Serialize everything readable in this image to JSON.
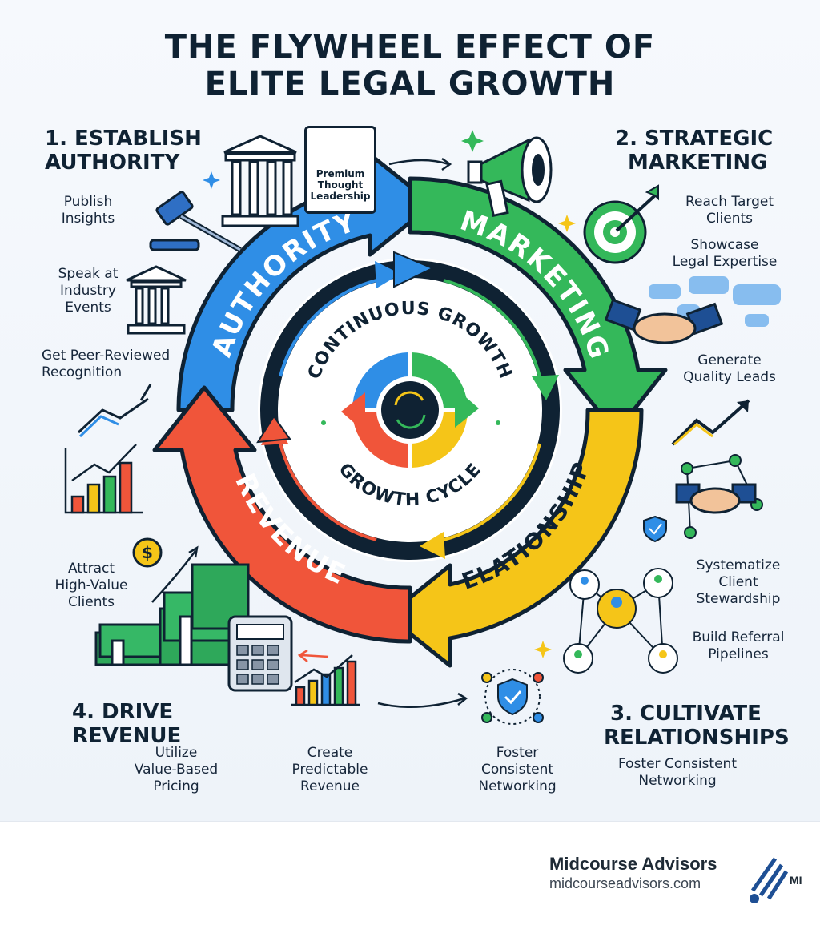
{
  "title": {
    "line1": "THE FLYWHEEL EFFECT OF",
    "line2": "ELITE LEGAL GROWTH"
  },
  "sections": {
    "authority": {
      "heading_line1": "1. ESTABLISH",
      "heading_line2": "AUTHORITY",
      "ring_label": "AUTHORITY",
      "items": [
        "Publish\nInsights",
        "Speak at\nIndustry\nEvents",
        "Get Peer-Reviewed\nRecognition"
      ]
    },
    "marketing": {
      "heading_line1": "2. STRATEGIC",
      "heading_line2": "MARKETING",
      "ring_label": "MARKETING",
      "items": [
        "Reach Target\nClients",
        "Showcase\nLegal Expertise",
        "Generate\nQuality Leads"
      ]
    },
    "relationships": {
      "heading_line1": "3. CULTIVATE",
      "heading_line2": "RELATIONSHIPS",
      "ring_label": "RELATIONSHIPS",
      "items": [
        "Systematize\nClient\nStewardship",
        "Build Referral\nPipelines",
        "Foster Consistent\nNetworking",
        "Foster\nConsistent\nNetworking"
      ]
    },
    "revenue": {
      "heading_line1": "4. DRIVE",
      "heading_line2": "REVENUE",
      "ring_label": "REVENUE",
      "items": [
        "Attract\nHigh-Value\nClients",
        "Utilize\nValue-Based\nPricing",
        "Create\nPredictable\nRevenue"
      ]
    }
  },
  "badge": {
    "text": "Premium\nThought\nLeadership"
  },
  "center": {
    "top_text": "CONTINUOUS GROWTH",
    "bottom_text": "GROWTH CYCLE"
  },
  "colors": {
    "authority": "#2f8ee6",
    "marketing": "#34b85a",
    "relationships": "#f5c518",
    "revenue": "#f0553a",
    "navy": "#0f2233"
  },
  "icons": [
    "courthouse-icon",
    "gavel-icon",
    "megaphone-icon",
    "target-icon",
    "handshake-icon",
    "world-map-icon",
    "network-icon",
    "shield-check-icon",
    "cash-stack-icon",
    "calculator-icon",
    "bar-chart-icon",
    "dollar-coin-icon"
  ],
  "footer": {
    "brand_name": "Midcourse Advisors",
    "brand_url": "midcourseadvisors.com",
    "logo_text": "MI"
  }
}
